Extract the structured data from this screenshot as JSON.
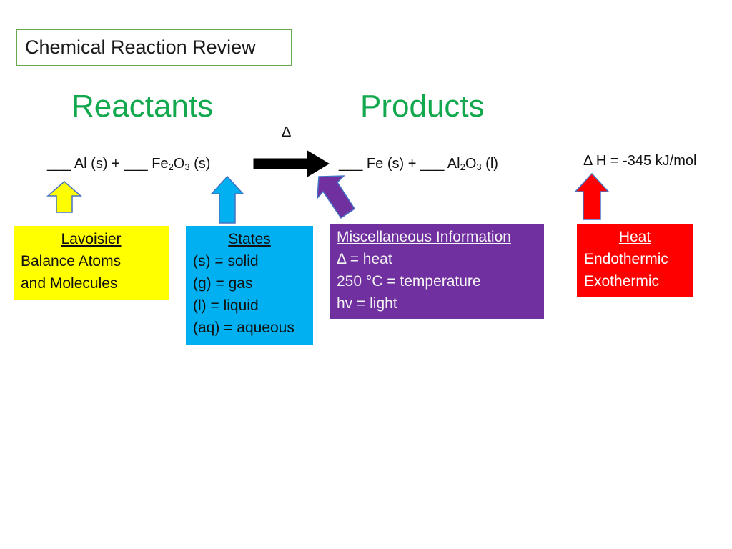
{
  "title": "Chemical Reaction Review",
  "headings": {
    "reactants": "Reactants",
    "products": "Products"
  },
  "arrow_label": "Δ",
  "reactants_equation": {
    "blank1": "___",
    "term1": " Al (s) + ",
    "blank2": "___",
    "term2_base": " Fe",
    "term2_sub1": "2",
    "term2_mid": "O",
    "term2_sub2": "3",
    "term2_state": " (s)"
  },
  "products_equation": {
    "blank1": "___",
    "term1": " Fe (s) + ",
    "blank2": "___",
    "term2_base": " Al",
    "term2_sub1": "2",
    "term2_mid": "O",
    "term2_sub2": "3",
    "term2_state": " (l)"
  },
  "enthalpy": "Δ H = -345 kJ/mol",
  "boxes": {
    "lavoisier": {
      "header": "Lavoisier",
      "lines": [
        "Balance Atoms",
        "and Molecules"
      ]
    },
    "states": {
      "header": "States",
      "lines": [
        "(s) = solid",
        "(g) = gas",
        "(l) = liquid",
        "(aq) = aqueous"
      ]
    },
    "misc": {
      "header": "Miscellaneous Information",
      "lines": [
        "Δ = heat",
        "250 °C = temperature",
        "hv = light"
      ]
    },
    "heat": {
      "header": "Heat",
      "lines": [
        "Endothermic",
        "Exothermic"
      ]
    }
  },
  "colors": {
    "heading_green": "#12a84e",
    "yellow": "#ffff00",
    "blue": "#00b0f0",
    "purple": "#7030a0",
    "red": "#ff0000"
  }
}
